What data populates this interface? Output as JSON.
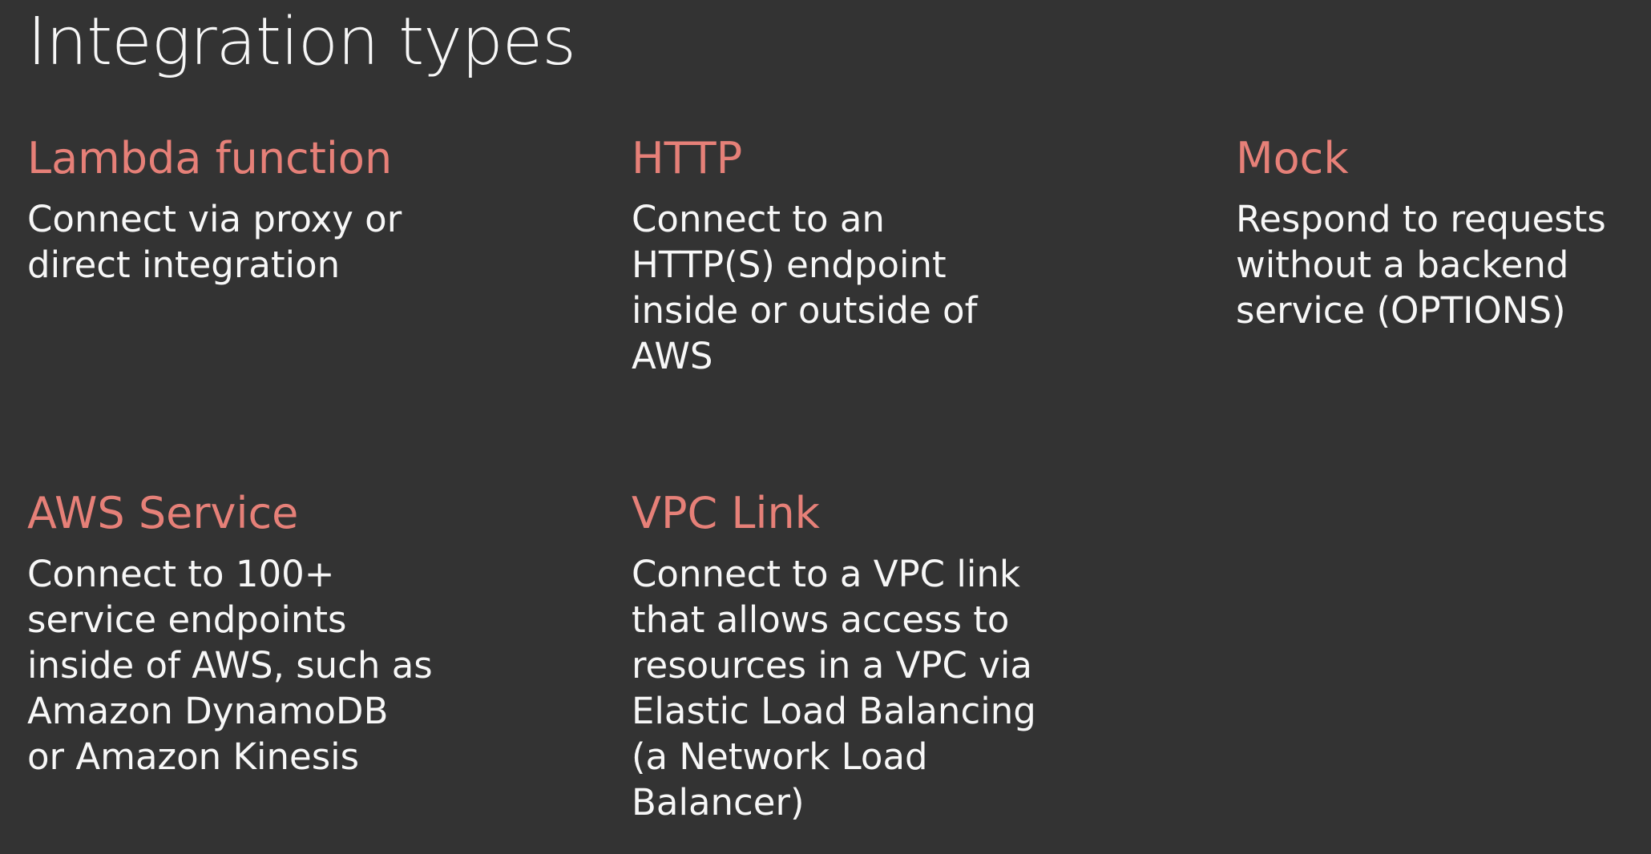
{
  "slide": {
    "title": "Integration types",
    "items": [
      {
        "heading": "Lambda function",
        "description": "Connect via proxy or\ndirect integration"
      },
      {
        "heading": "HTTP",
        "description": "Connect to an\nHTTP(S) endpoint\ninside or outside of\nAWS"
      },
      {
        "heading": "Mock",
        "description": "Respond to requests\nwithout a backend\nservice (OPTIONS)"
      },
      {
        "heading": "AWS Service",
        "description": "Connect to 100+\nservice endpoints\ninside of AWS, such as\nAmazon DynamoDB\nor Amazon Kinesis"
      },
      {
        "heading": "VPC Link",
        "description": "Connect to a VPC link\nthat allows access to\nresources in a VPC via\nElastic Load Balancing\n(a Network Load\nBalancer)"
      }
    ]
  },
  "colors": {
    "background": "#333333",
    "heading": "#e68078",
    "text": "#f7f7f7"
  }
}
